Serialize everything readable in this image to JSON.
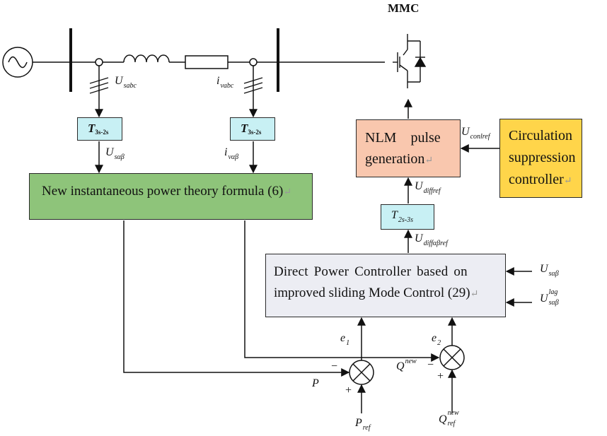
{
  "title": "MMC",
  "labels": {
    "u_sabc": {
      "base": "U",
      "sub": "sabc"
    },
    "i_vabc": {
      "base": "i",
      "sub": "vabc"
    },
    "t32_left": {
      "base": "T",
      "sub": "3s-2s"
    },
    "t32_right": {
      "base": "T",
      "sub": "3s-2s"
    },
    "u_salphabeta": {
      "base": "U",
      "sub": "sαβ"
    },
    "i_valphabeta": {
      "base": "i",
      "sub": "vαβ"
    },
    "u_conlref": {
      "base": "U",
      "sub": "conlref"
    },
    "u_diffref": {
      "base": "U",
      "sub": "diffref"
    },
    "t23": {
      "base": "T",
      "sub": "2s-3s"
    },
    "u_diffalphabetaref": {
      "base": "U",
      "sub": "diffαβref"
    },
    "u_salphabeta_in": {
      "base": "U",
      "sub": "sαβ"
    },
    "u_lag": {
      "base": "U",
      "sup": "lag",
      "sub": "sαβ"
    },
    "e1": {
      "base": "e",
      "sub": "1"
    },
    "e2": {
      "base": "e",
      "sub": "2"
    },
    "p": {
      "base": "P"
    },
    "q_new": {
      "base": "Q",
      "sup": "new"
    },
    "p_ref": {
      "base": "P",
      "sub": "ref"
    },
    "q_new_ref": {
      "base": "Q",
      "sup": "new",
      "sub": "ref"
    }
  },
  "blocks": {
    "power_theory": "New instantaneous power theory formula (6)",
    "nlm_line1": "NLM    pulse",
    "nlm_line2": "generation",
    "circulation_line1": "Circulation",
    "circulation_line2": "suppression",
    "circulation_line3": "controller",
    "dpc_line1": "Direct Power Controller based on",
    "dpc_line2": "improved sliding Mode Control (29)"
  },
  "signs": {
    "p_minus": "−",
    "p_plus": "+",
    "q_minus": "−",
    "q_plus": "+"
  },
  "colors": {
    "cyan": "#c8f0f4",
    "green": "#8ec47a",
    "peach": "#f9c7ae",
    "yellow": "#ffd54a",
    "grey": "#ecedf3",
    "line": "#2a2a2a"
  }
}
